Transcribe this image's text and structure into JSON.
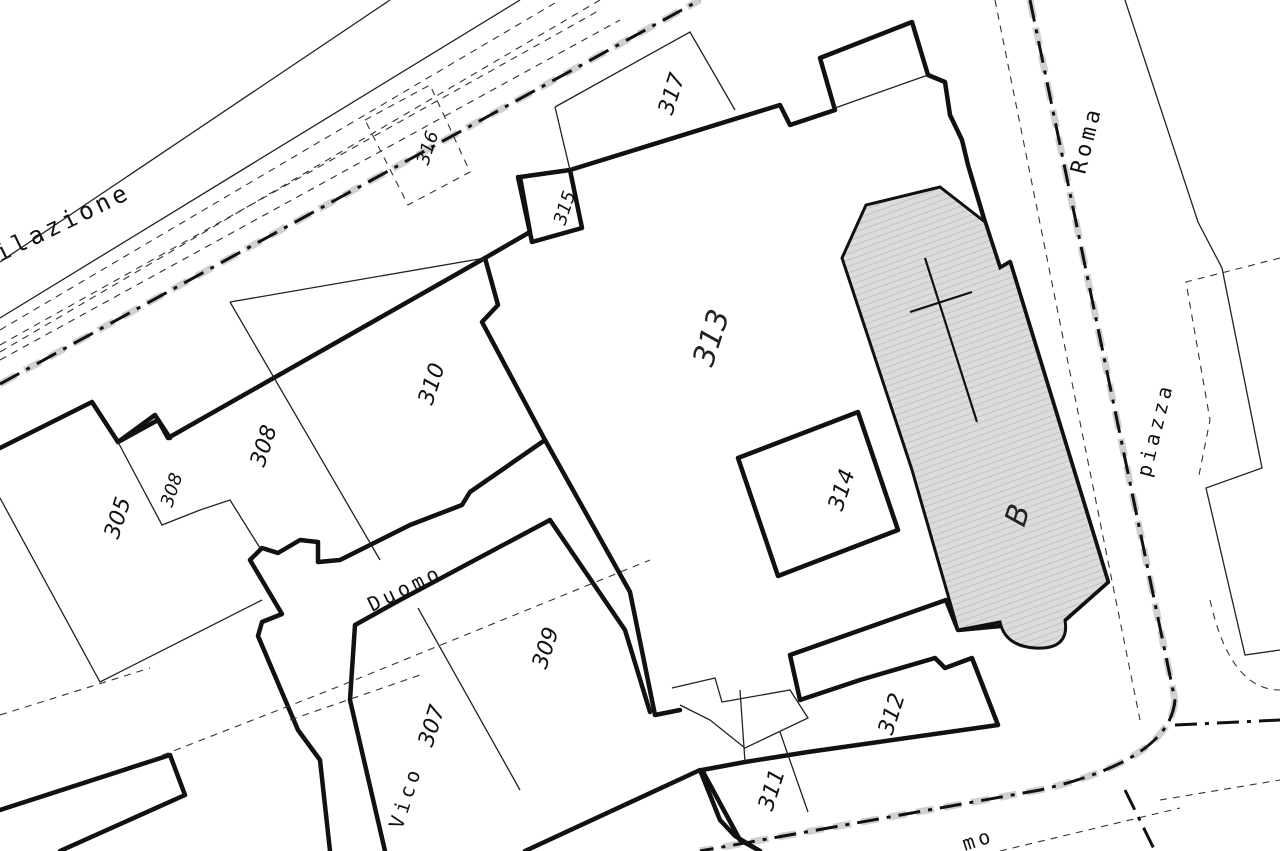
{
  "parcels": {
    "p305": "305",
    "p306": "308",
    "p307": "307",
    "p308": "308",
    "p309": "309",
    "p310": "310",
    "p311": "311",
    "p312": "312",
    "p313": "313",
    "p314": "314",
    "p315": "315",
    "p316": "316",
    "p317": "317",
    "church": "B"
  },
  "streets": {
    "conciliazione": "ilazione",
    "duomo": "Duomo",
    "vico": "Vico",
    "roma": "Roma",
    "piazza": "piazza",
    "bottom": "mo"
  },
  "colors": {
    "ink": "#111111",
    "church_fill": "#d6d6d6",
    "paper": "#ffffff"
  }
}
